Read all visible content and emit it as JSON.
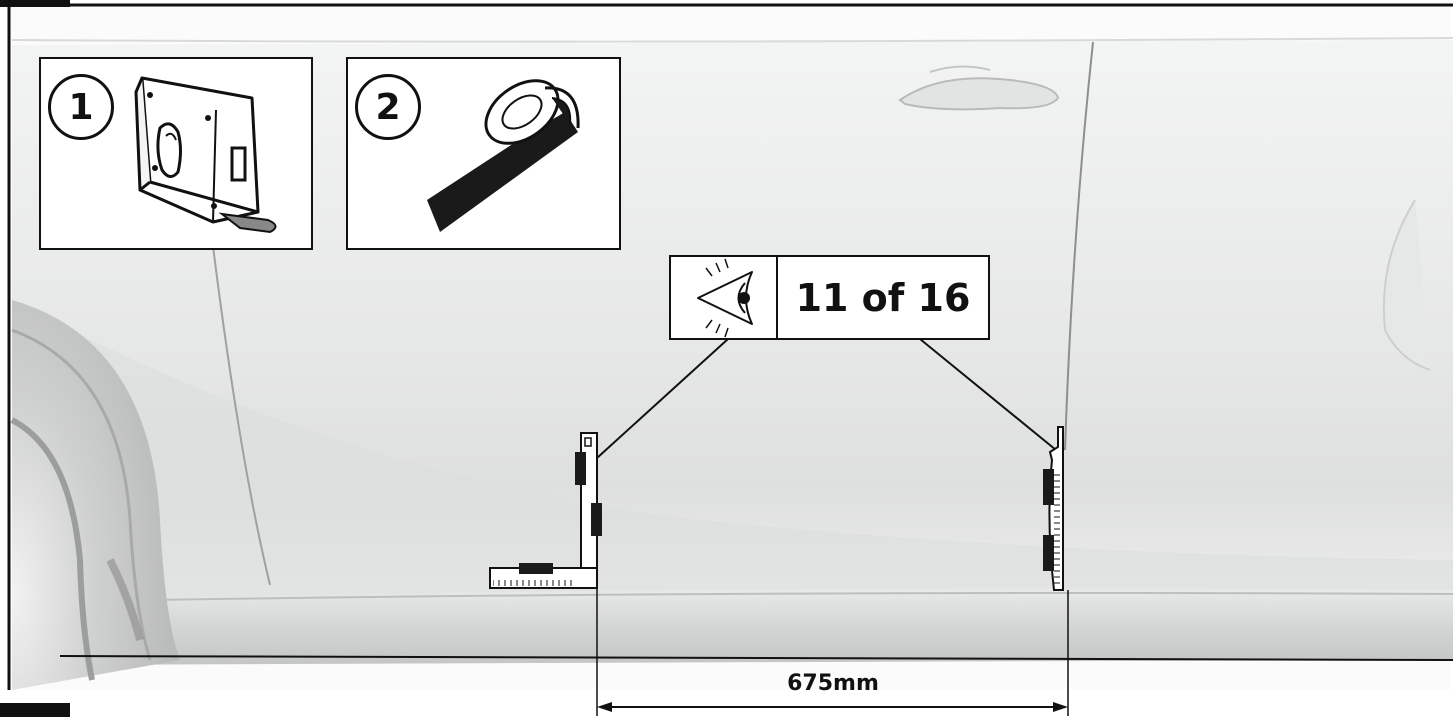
{
  "tool_1": {
    "number": "1",
    "icon": "tape-measure-icon"
  },
  "tool_2": {
    "number": "2",
    "icon": "adhesive-tape-icon"
  },
  "inspection": {
    "icon": "eye-icon",
    "step_label": "11 of 16"
  },
  "measurement": {
    "label": "675mm"
  },
  "colors": {
    "car_body": "#e9eaea",
    "outline": "#111111",
    "tape": "#1a1a1a"
  }
}
